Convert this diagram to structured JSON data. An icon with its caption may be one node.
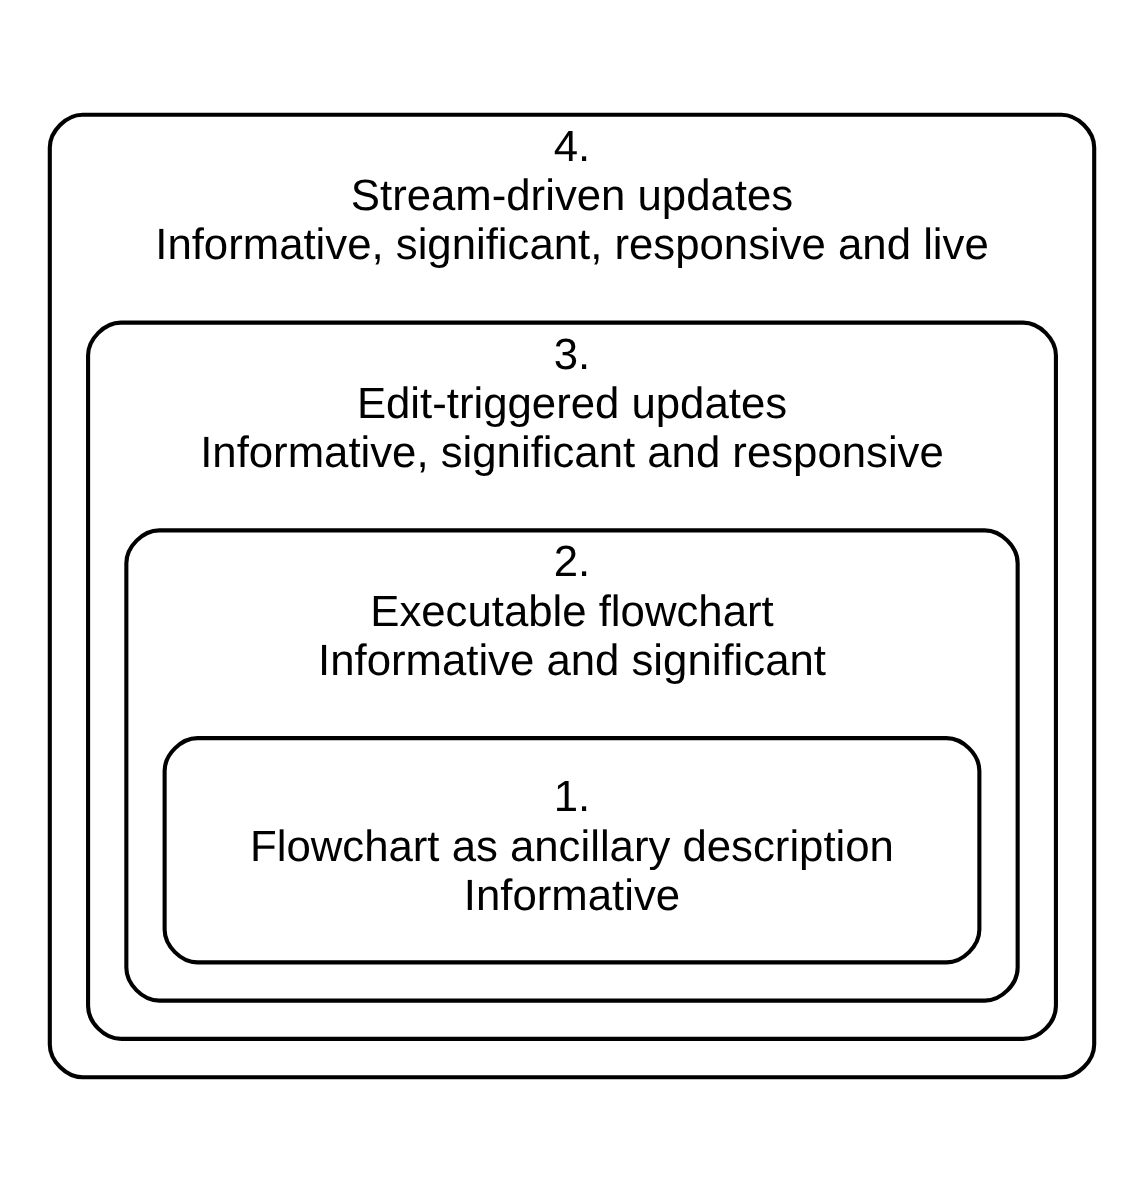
{
  "diagram": {
    "nodes": [
      {
        "text": [
          "4.",
          "Stream-driven updates",
          "Informative, significant, responsive and live"
        ]
      },
      {
        "text": [
          "3.",
          "Edit-triggered updates",
          "Informative, significant and responsive"
        ],
        "in": 0
      },
      {
        "text": [
          "2.",
          "Executable flowchart",
          "Informative and significant"
        ],
        "in": 1
      },
      {
        "text": [
          "1.",
          "Flowchart as ancillary description",
          "Informative"
        ],
        "in": 2
      }
    ]
  }
}
